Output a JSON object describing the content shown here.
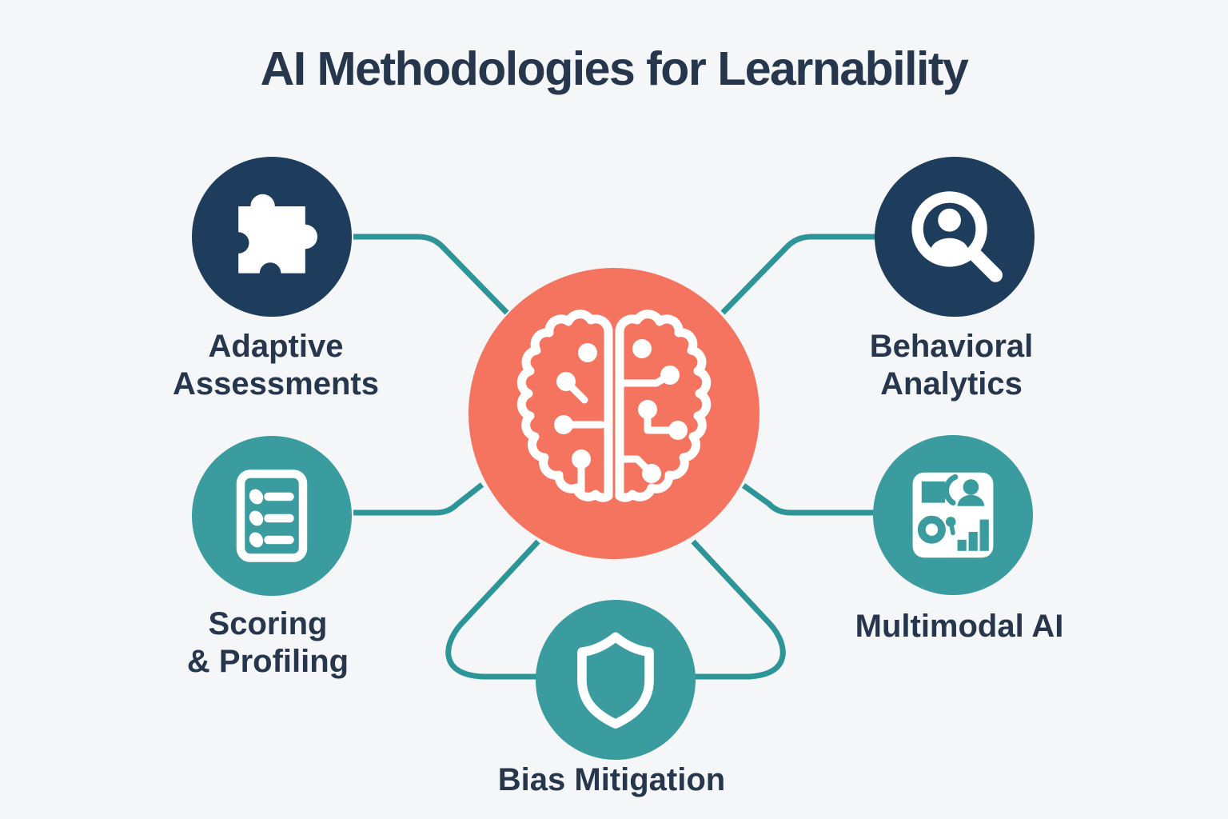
{
  "title": "AI Methodologies for Learnability",
  "colors": {
    "background": "#F4F6F8",
    "navy": "#1E3C5B",
    "teal": "#3B9C9F",
    "coral": "#F4745F",
    "connector": "#2D9598",
    "text": "#26374D"
  },
  "center_node": {
    "icon": "brain-circuit-icon",
    "color": "#F4745F"
  },
  "nodes": [
    {
      "id": "adaptive-assessments",
      "label": "Adaptive\nAssessments",
      "icon": "puzzle-icon",
      "circle_color": "#1E3C5B",
      "position": "top-left"
    },
    {
      "id": "behavioral-analytics",
      "label": "Behavioral\nAnalytics",
      "icon": "magnifier-user-icon",
      "circle_color": "#1E3C5B",
      "position": "top-right"
    },
    {
      "id": "scoring-profiling",
      "label": "Scoring\n& Profiling",
      "icon": "checklist-icon",
      "circle_color": "#3B9C9F",
      "position": "middle-left"
    },
    {
      "id": "multimodal-ai",
      "label": "Multimodal AI",
      "icon": "dashboard-icon",
      "circle_color": "#3B9C9F",
      "position": "middle-right"
    },
    {
      "id": "bias-mitigation",
      "label": "Bias Mitigation",
      "icon": "shield-icon",
      "circle_color": "#3B9C9F",
      "position": "bottom-center"
    }
  ]
}
